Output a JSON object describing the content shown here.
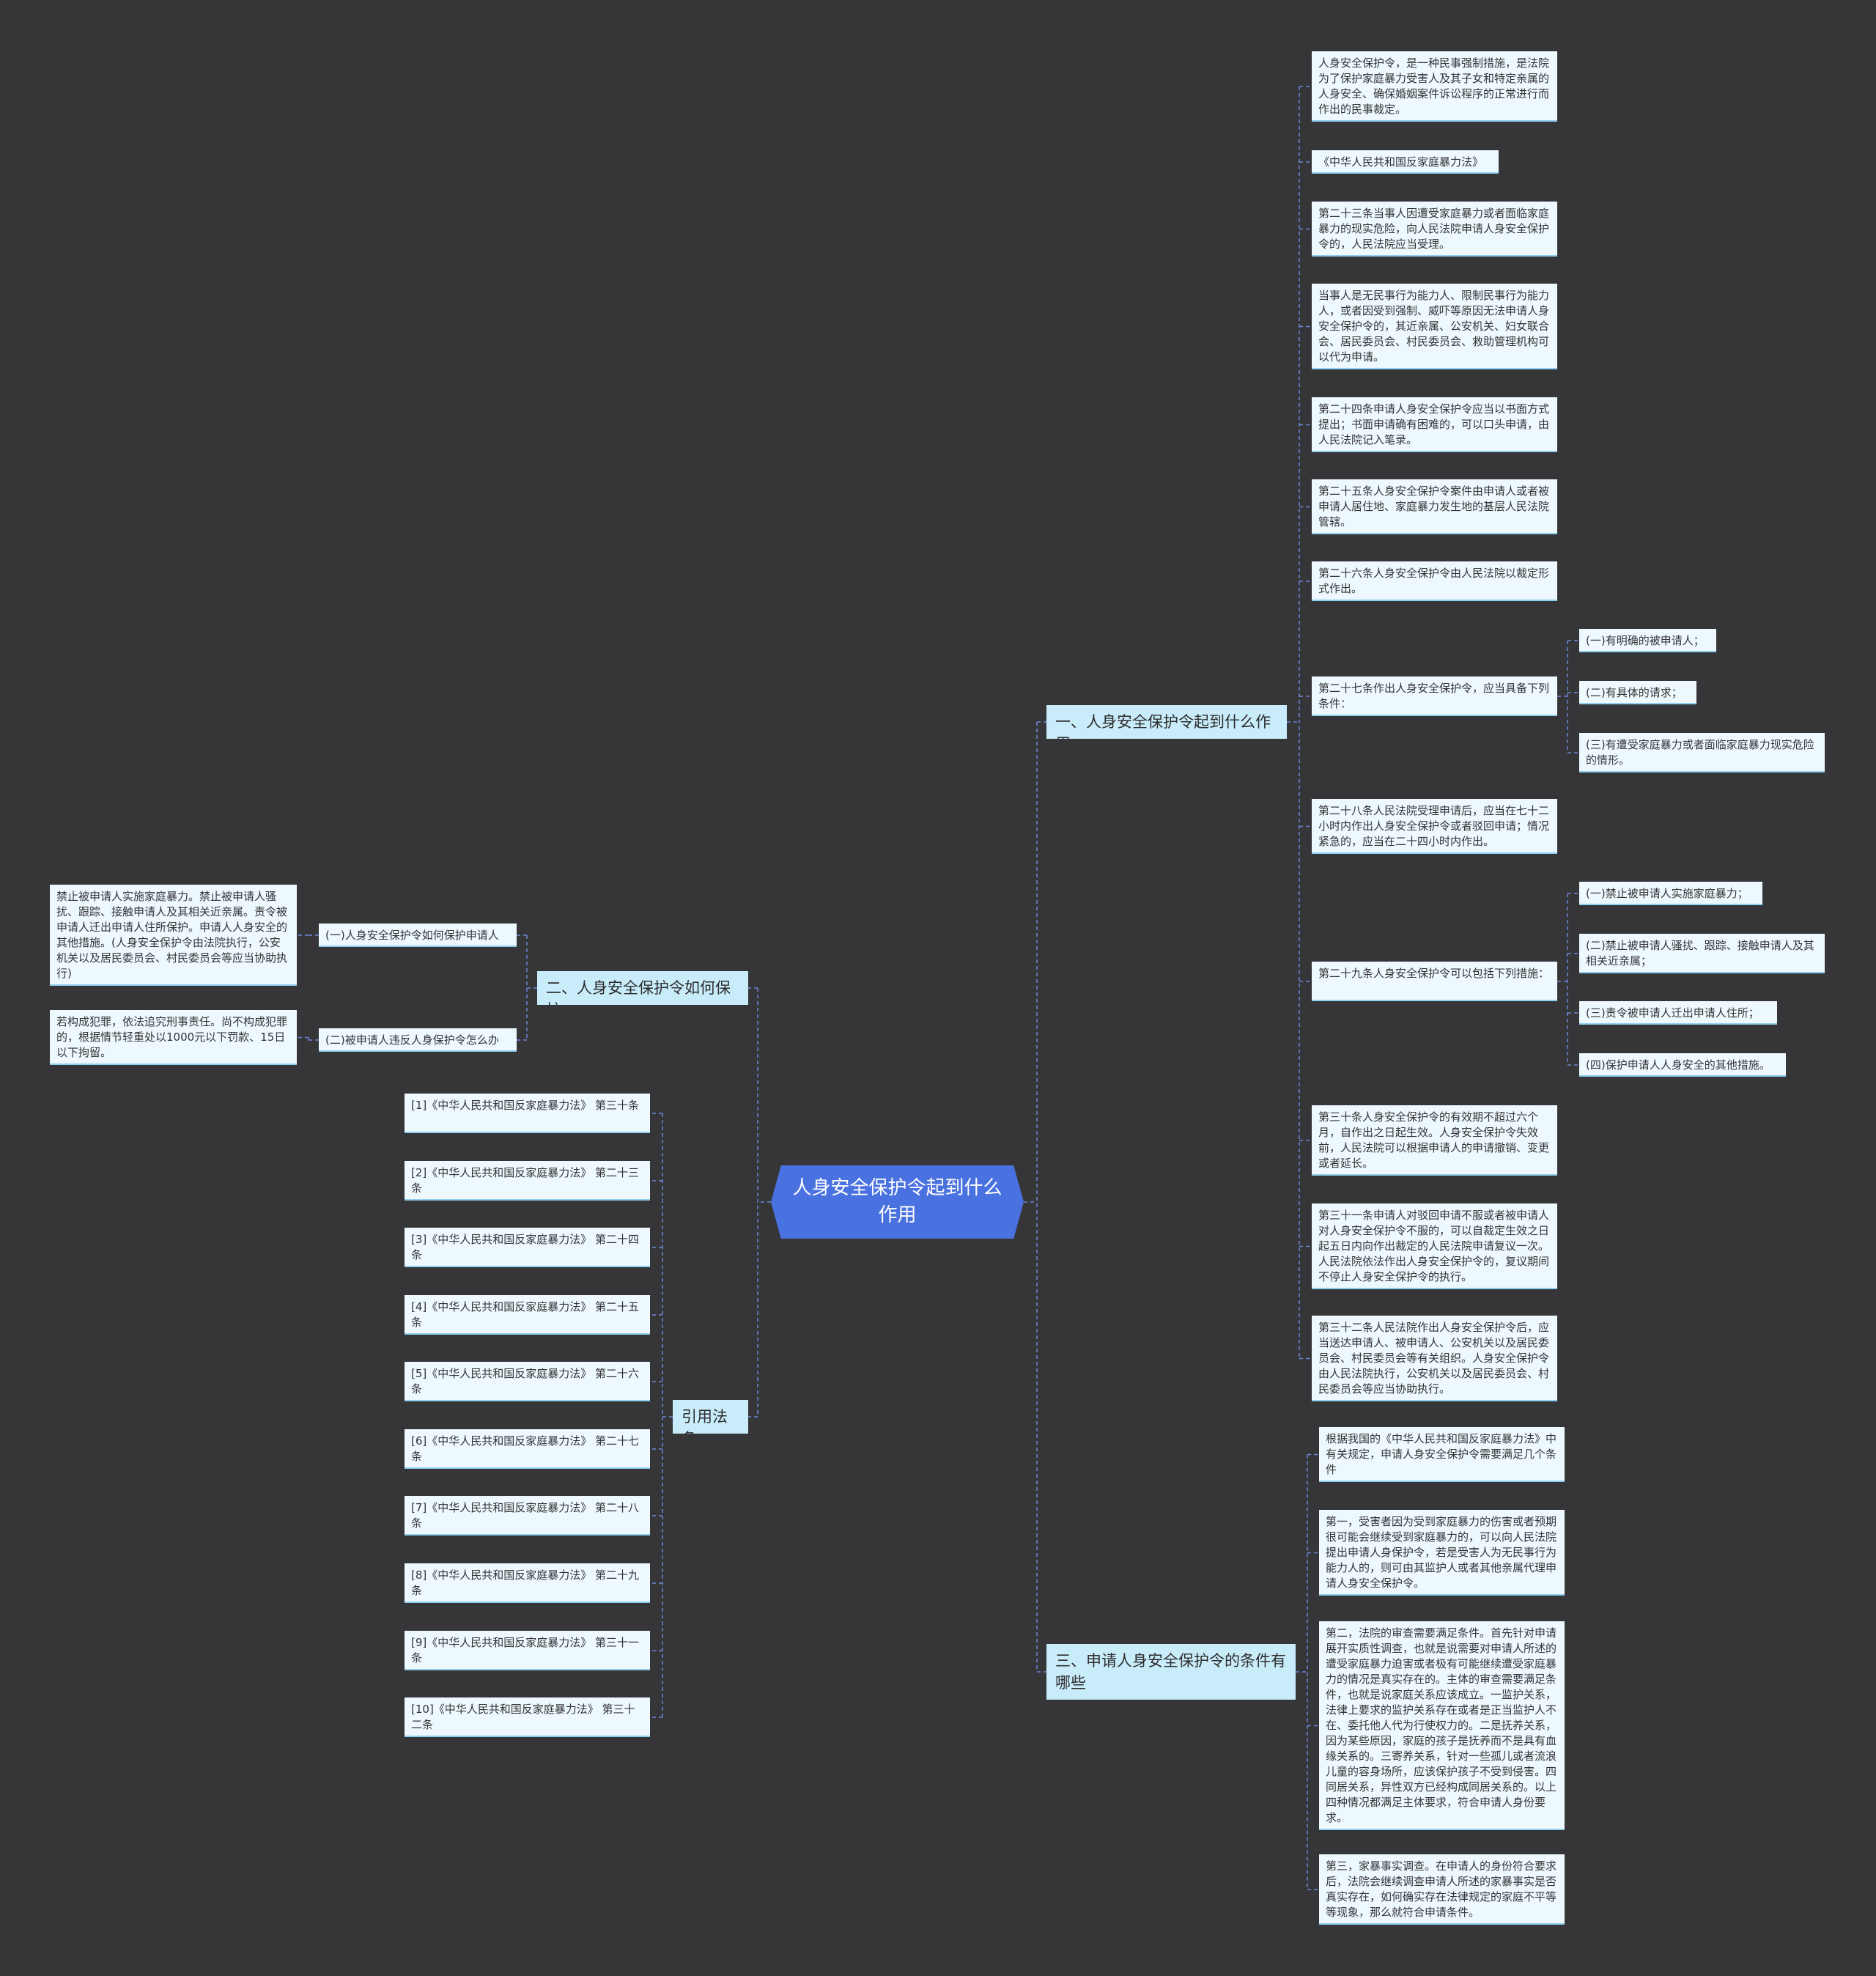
{
  "root": "人身安全保护令起到什么作用",
  "branch1": {
    "title": "一、人身安全保护令起到什么作用",
    "intro": "人身安全保护令，是一种民事强制措施，是法院为了保护家庭暴力受害人及其子女和特定亲属的人身安全、确保婚姻案件诉讼程序的正常进行而作出的民事裁定。",
    "law_title": "《中华人民共和国反家庭暴力法》",
    "a23": "第二十三条当事人因遭受家庭暴力或者面临家庭暴力的现实危险，向人民法院申请人身安全保护令的，人民法院应当受理。",
    "a23b": "当事人是无民事行为能力人、限制民事行为能力人，或者因受到强制、威吓等原因无法申请人身安全保护令的，其近亲属、公安机关、妇女联合会、居民委员会、村民委员会、救助管理机构可以代为申请。",
    "a24": "第二十四条申请人身安全保护令应当以书面方式提出；书面申请确有困难的，可以口头申请，由人民法院记入笔录。",
    "a25": "第二十五条人身安全保护令案件由申请人或者被申请人居住地、家庭暴力发生地的基层人民法院管辖。",
    "a26": "第二十六条人身安全保护令由人民法院以裁定形式作出。",
    "a27": "第二十七条作出人身安全保护令，应当具备下列条件：",
    "a27_items": [
      "(一)有明确的被申请人；",
      "(二)有具体的请求；",
      "(三)有遭受家庭暴力或者面临家庭暴力现实危险的情形。"
    ],
    "a28": "第二十八条人民法院受理申请后，应当在七十二小时内作出人身安全保护令或者驳回申请；情况紧急的，应当在二十四小时内作出。",
    "a29": "第二十九条人身安全保护令可以包括下列措施：",
    "a29_items": [
      "(一)禁止被申请人实施家庭暴力；",
      "(二)禁止被申请人骚扰、跟踪、接触申请人及其相关近亲属；",
      "(三)责令被申请人迁出申请人住所；",
      "(四)保护申请人人身安全的其他措施。"
    ],
    "a30": "第三十条人身安全保护令的有效期不超过六个月，自作出之日起生效。人身安全保护令失效前，人民法院可以根据申请人的申请撤销、变更或者延长。",
    "a31": "第三十一条申请人对驳回申请不服或者被申请人对人身安全保护令不服的，可以自裁定生效之日起五日内向作出裁定的人民法院申请复议一次。人民法院依法作出人身安全保护令的，复议期间不停止人身安全保护令的执行。",
    "a32": "第三十二条人民法院作出人身安全保护令后，应当送达申请人、被申请人、公安机关以及居民委员会、村民委员会等有关组织。人身安全保护令由人民法院执行，公安机关以及居民委员会、村民委员会等应当协助执行。"
  },
  "branch2": {
    "title": "二、人身安全保护令如何保护",
    "sub1": "(一)人身安全保护令如何保护申请人",
    "sub1_detail": "禁止被申请人实施家庭暴力。禁止被申请人骚扰、跟踪、接触申请人及其相关近亲属。责令被申请人迁出申请人住所保护。申请人人身安全的其他措施。(人身安全保护令由法院执行，公安机关以及居民委员会、村民委员会等应当协助执行)",
    "sub2": "(二)被申请人违反人身保护令怎么办",
    "sub2_detail": "若构成犯罪，依法追究刑事责任。尚不构成犯罪的，根据情节轻重处以1000元以下罚款、15日以下拘留。"
  },
  "branch_refs": {
    "title": "引用法条",
    "items": [
      "[1]《中华人民共和国反家庭暴力法》 第三十条",
      "[2]《中华人民共和国反家庭暴力法》 第二十三条",
      "[3]《中华人民共和国反家庭暴力法》 第二十四条",
      "[4]《中华人民共和国反家庭暴力法》 第二十五条",
      "[5]《中华人民共和国反家庭暴力法》 第二十六条",
      "[6]《中华人民共和国反家庭暴力法》 第二十七条",
      "[7]《中华人民共和国反家庭暴力法》 第二十八条",
      "[8]《中华人民共和国反家庭暴力法》 第二十九条",
      "[9]《中华人民共和国反家庭暴力法》 第三十一条",
      "[10]《中华人民共和国反家庭暴力法》 第三十二条"
    ]
  },
  "branch3": {
    "title": "三、申请人身安全保护令的条件有哪些",
    "c0": "根据我国的《中华人民共和国反家庭暴力法》中有关规定，申请人身安全保护令需要满足几个条件",
    "c1": "第一，受害者因为受到家庭暴力的伤害或者预期很可能会继续受到家庭暴力的，可以向人民法院提出申请人身保护令，若是受害人为无民事行为能力人的，则可由其监护人或者其他亲属代理申请人身安全保护令。",
    "c2": "第二，法院的审查需要满足条件。首先针对申请展开实质性调查，也就是说需要对申请人所述的遭受家庭暴力迫害或者极有可能继续遭受家庭暴力的情况是真实存在的。主体的审查需要满足条件，也就是说家庭关系应该成立。一监护关系，法律上要求的监护关系存在或者是正当监护人不在、委托他人代为行使权力的。二是抚养关系，因为某些原因，家庭的孩子是抚养而不是具有血缘关系的。三寄养关系，针对一些孤儿或者流浪儿童的容身场所，应该保护孩子不受到侵害。四同居关系，异性双方已经构成同居关系的。以上四种情况都满足主体要求，符合申请人身份要求。",
    "c3": "第三，家暴事实调查。在申请人的身份符合要求后，法院会继续调查申请人所述的家暴事实是否真实存在，如何确实存在法律规定的家庭不平等等现象，那么就符合申请条件。"
  }
}
